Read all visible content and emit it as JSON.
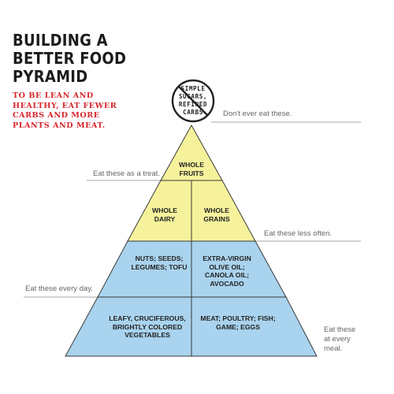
{
  "title": "BUILDING A BETTER FOOD PYRAMID",
  "subtitle": "TO BE LEAN AND HEALTHY, EAT FEWER CARBS AND MORE PLANTS AND MEAT.",
  "badge": {
    "line1": "SIMPLE",
    "line2": "SUGARS,",
    "line3": "REFINED",
    "line4": "CARBS"
  },
  "notes": {
    "never": "Don't ever eat these.",
    "treat": "Eat these as a treat.",
    "less_often": "Eat these less often.",
    "every_day": "Eat these every day.",
    "every_meal": "Eat these at every meal."
  },
  "tiers": {
    "top": "WHOLE FRUITS",
    "second_left": "WHOLE DAIRY",
    "second_right": "WHOLE GRAINS",
    "third_left": "NUTS; SEEDS; LEGUMES; TOFU",
    "third_right": "EXTRA-VIRGIN OLIVE OIL; CANOLA OIL; AVOCADO",
    "base_left": "LEAFY, CRUCIFEROUS, BRIGHTLY COLORED VEGETABLES",
    "base_right": "MEAT; POULTRY; FISH; GAME; EGGS"
  },
  "colors": {
    "yellow": "#f6f29c",
    "blue": "#a9d3ee",
    "outline": "#3a3a3a",
    "accent_red": "#d6262b"
  }
}
